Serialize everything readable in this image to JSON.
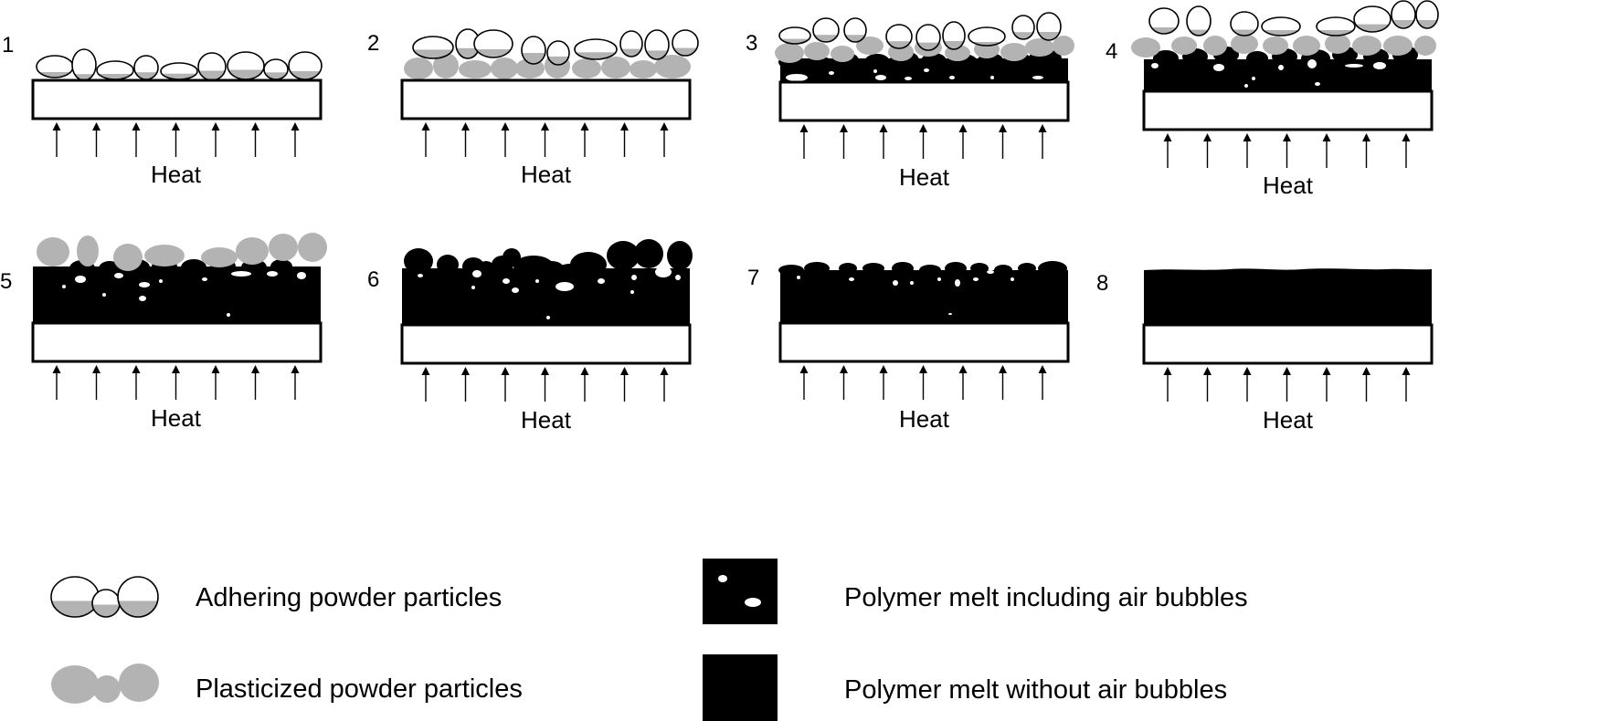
{
  "panels": [
    {
      "number": "1",
      "heat_label": "Heat",
      "stage": "adhering"
    },
    {
      "number": "2",
      "heat_label": "Heat",
      "stage": "plasticizing"
    },
    {
      "number": "3",
      "heat_label": "Heat",
      "stage": "melting-top-particles"
    },
    {
      "number": "4",
      "heat_label": "Heat",
      "stage": "melting-thicker"
    },
    {
      "number": "5",
      "heat_label": "Heat",
      "stage": "melt-with-bubbles-last-particles"
    },
    {
      "number": "6",
      "heat_label": "Heat",
      "stage": "melt-with-bubbles-bumpy"
    },
    {
      "number": "7",
      "heat_label": "Heat",
      "stage": "melt-few-bubbles"
    },
    {
      "number": "8",
      "heat_label": "Heat",
      "stage": "smooth-melt-no-bubbles"
    }
  ],
  "legend": [
    {
      "symbol": "adhering-particles",
      "label": "Adhering powder particles"
    },
    {
      "symbol": "plasticized-particles",
      "label": "Plasticized powder particles"
    },
    {
      "symbol": "melt-with-bubbles",
      "label": "Polymer melt including air bubbles"
    },
    {
      "symbol": "melt-without-bubbles",
      "label": "Polymer melt without air bubbles"
    }
  ],
  "colors": {
    "outline": "#000000",
    "plasticized": "#b3b3b3",
    "melt": "#000000",
    "substrate": "#ffffff",
    "bubble": "#ffffff"
  }
}
